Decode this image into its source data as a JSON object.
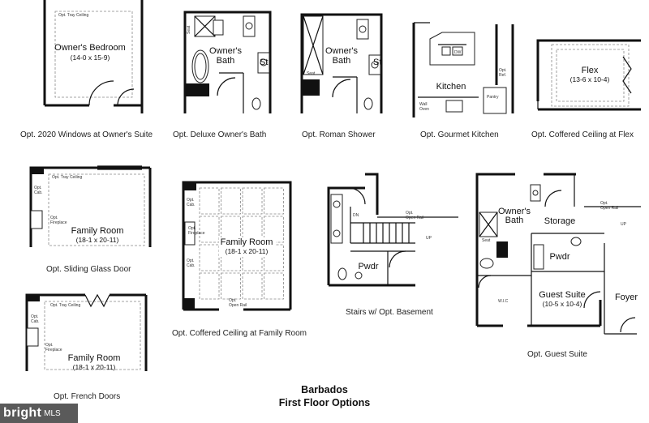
{
  "title": {
    "line1": "Barbados",
    "line2": "First Floor Options"
  },
  "watermark": {
    "brand": "bright",
    "suffix": "MLS"
  },
  "captions": {
    "windows": "Opt. 2020 Windows at Owner's Suite",
    "deluxe_bath": "Opt. Deluxe Owner's Bath",
    "roman_shower": "Opt. Roman Shower",
    "gourmet_kitchen": "Opt. Gourmet Kitchen",
    "coffered_flex": "Opt. Coffered Ceiling at Flex",
    "sliding_door": "Opt. Sliding Glass Door",
    "coffered_family": "Opt. Coffered Ceiling at Family Room",
    "stairs_basement": "Stairs w/ Opt. Basement",
    "guest_suite": "Opt. Guest Suite",
    "french_doors": "Opt. French Doors"
  },
  "plans": {
    "owners_bedroom": {
      "note": "Opt. Tray Ceiling",
      "name": "Owner's Bedroom",
      "dims": "(14-0 x 15-9)"
    },
    "deluxe_bath": {
      "name": "Owner's",
      "name2": "Bath",
      "seat": "Seat",
      "cut": "St"
    },
    "roman_shower": {
      "name": "Owner's",
      "name2": "Bath",
      "seat": "Seat",
      "cut": "St"
    },
    "kitchen": {
      "name": "Kitchen",
      "dw": "DW",
      "opt_ref": "Opt.",
      "opt_ref2": "Ref.",
      "pantry": "Pantry",
      "wall_oven": "Wall",
      "wall_oven2": "Oven"
    },
    "flex": {
      "name": "Flex",
      "dims": "(13-6 x 10-4)"
    },
    "family_sliding": {
      "note": "Opt. Tray Ceiling",
      "cab": "Opt.",
      "cab2": "Cab.",
      "fire": "Opt.",
      "fire2": "Fireplace",
      "name": "Family Room",
      "dims": "(18-1 x 20-11)"
    },
    "family_coffered": {
      "cab": "Opt.",
      "cab2": "Cab.",
      "fire": "Opt.",
      "fire2": "Fireplace",
      "cab_b": "Opt.",
      "cab_b2": "Cab.",
      "name": "Family Room",
      "dims": "(18-1 x 20-11)",
      "rail": "Opt.",
      "rail2": "Open Rail"
    },
    "stairs": {
      "dn": "DN",
      "rail": "Opt.",
      "rail2": "Open Rail",
      "up": "UP",
      "pwdr": "Pwdr"
    },
    "guest": {
      "owners": "Owner's",
      "bath": "Bath",
      "seat": "Seat",
      "storage": "Storage",
      "rail": "Opt.",
      "rail2": "Open Rail",
      "up": "UP",
      "pwdr": "Pwdr",
      "wic": "W.I.C",
      "guest": "Guest Suite",
      "dims": "(10-5 x 10-4)",
      "foyer": "Foyer"
    },
    "family_french": {
      "note": "Opt. Tray Ceiling",
      "cab": "Opt.",
      "cab2": "Cab.",
      "fire": "Opt.",
      "fire2": "Fireplace",
      "name": "Family Room",
      "dims": "(18-1 x 20-11)"
    }
  }
}
